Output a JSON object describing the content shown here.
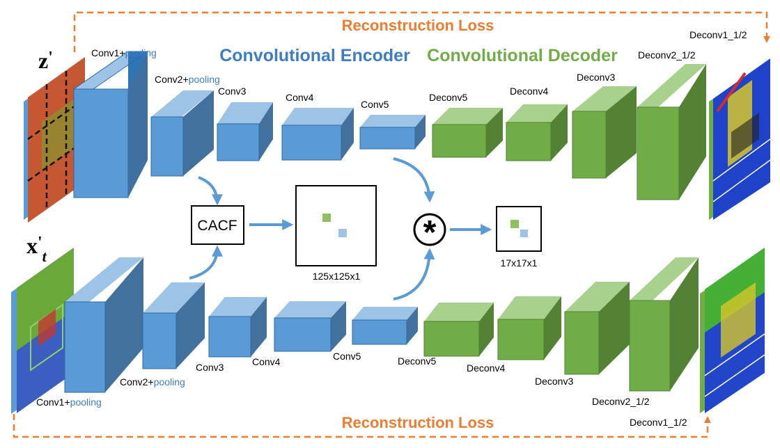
{
  "titles": {
    "encoder": "Convolutional Encoder",
    "decoder": "Convolutional Decoder"
  },
  "loss": {
    "top": "Reconstruction Loss",
    "bottom": "Reconstruction Loss"
  },
  "inputs": {
    "top_var": "z",
    "top_prime": "'",
    "bottom_var": "x",
    "bottom_prime": "'",
    "bottom_sub": "t"
  },
  "labels": {
    "conv1": "Conv1+",
    "conv2": "Conv2+",
    "pooling": "pooling",
    "conv3": "Conv3",
    "conv4": "Conv4",
    "conv5": "Conv5",
    "deconv5": "Deconv5",
    "deconv4": "Deconv4",
    "deconv3": "Deconv3",
    "deconv2": "Deconv2_1/2",
    "deconv1": "Deconv1_1/2"
  },
  "center": {
    "cacf": "CACF",
    "map_large": "125x125x1",
    "map_small": "17x17x1",
    "op": "*"
  },
  "colors": {
    "encoder": "#5b9bd5",
    "decoder": "#70ad47",
    "loss": "#ed7d31",
    "arrow": "#5b9bd5"
  }
}
